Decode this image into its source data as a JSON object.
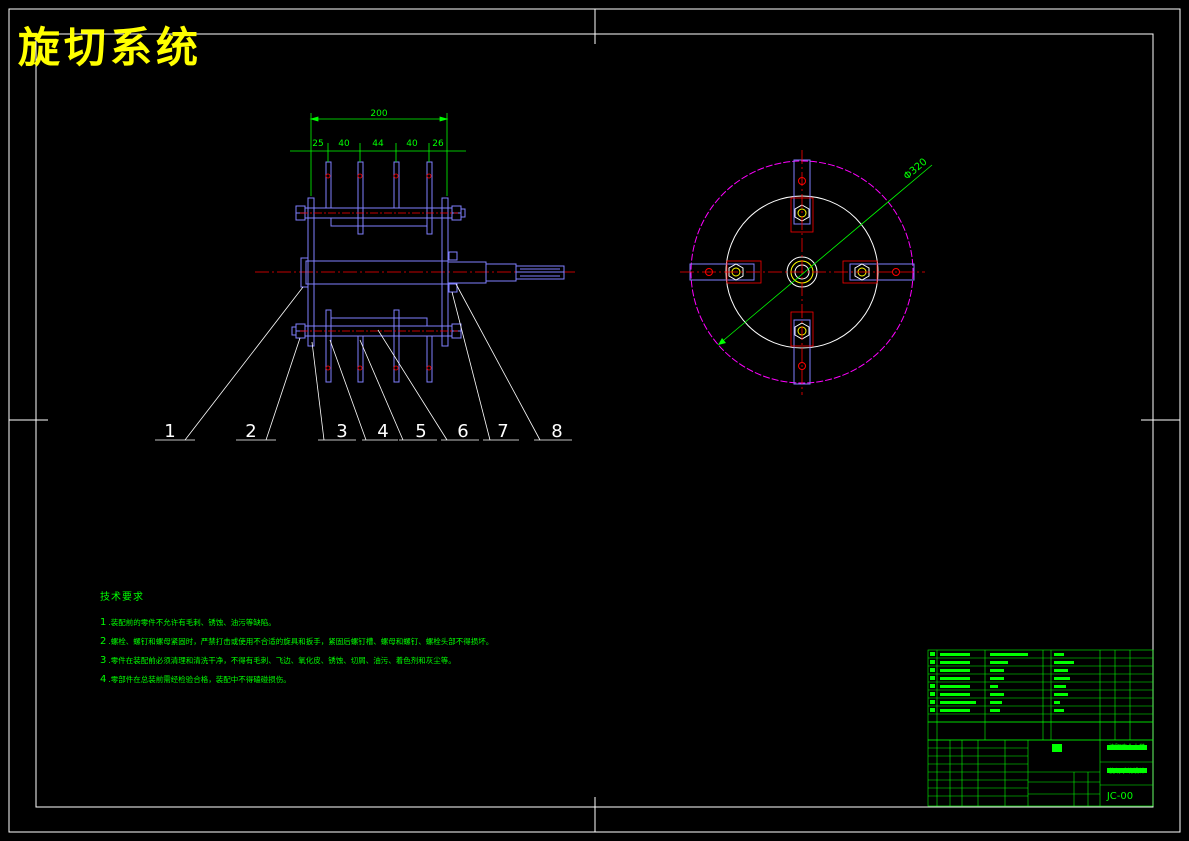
{
  "drawing": {
    "title": "旋切系统",
    "colors": {
      "background": "#000000",
      "frame": "#ffffff",
      "part": "#8080ff",
      "centerline": "#ff0000",
      "dimension": "#00ff00",
      "circle": "#ff00ff",
      "title_text": "#ffff00"
    }
  },
  "side_view": {
    "overall_dim": "200",
    "segment_dims": [
      "25",
      "40",
      "44",
      "40",
      "26"
    ],
    "callouts": [
      "1",
      "2",
      "3",
      "4",
      "5",
      "6",
      "7",
      "8"
    ]
  },
  "front_view": {
    "diameter_label": "Φ320"
  },
  "technical_requirements": {
    "heading": "技术要求",
    "items": [
      {
        "no": "1",
        "text": ".装配前的零件不允许有毛刺、锈蚀、油污等缺陷。"
      },
      {
        "no": "2",
        "text": ".螺栓、螺钉和螺母紧固时，严禁打击或使用不合适的旋具和扳手，紧固后螺钉槽、螺母和螺钉、螺栓头部不得损坏。"
      },
      {
        "no": "3",
        "text": ".零件在装配前必须清理和清洗干净，不得有毛刺、飞边、氧化皮、锈蚀、切屑、油污、着色剂和灰尘等。"
      },
      {
        "no": "4",
        "text": ".零部件在总装前需经检验合格，装配中不得磕碰损伤。"
      }
    ]
  },
  "title_block": {
    "drawing_no": "JC-00",
    "school": "沈阳农业大学",
    "project": "旋切系统设计"
  }
}
